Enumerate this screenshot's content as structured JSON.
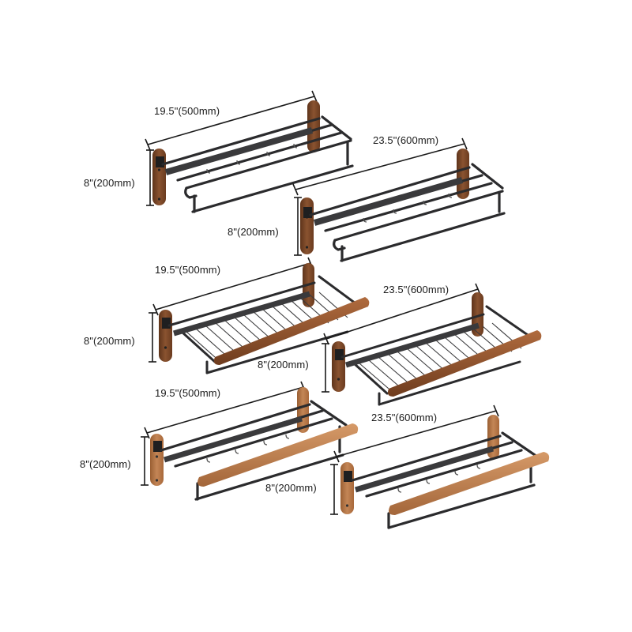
{
  "image": {
    "description": "Product dimension illustration: six wall-mounted folding towel racks (black metal with walnut/oak wood accents) shown with size annotations",
    "colors": {
      "background": "#ffffff",
      "metal": "#2b2b2d",
      "metal_highlight": "#5a5a5e",
      "wood_dark": "#7a4a2a",
      "wood_light": "#b97a4c",
      "dimension_line": "#1a1a1a"
    }
  },
  "products": [
    {
      "id": "rack-1",
      "style": "folding bar rack with hooks",
      "accent": "dark walnut wall plates",
      "width_label": "19.5\"(500mm)",
      "height_label": "8\"(200mm)"
    },
    {
      "id": "rack-2",
      "style": "folding bar rack with hooks",
      "accent": "dark walnut wall plates",
      "width_label": "23.5\"(600mm)",
      "height_label": "8\"(200mm)"
    },
    {
      "id": "rack-3",
      "style": "wire basket shelf with wood front rail",
      "accent": "dark walnut wall plates and rail",
      "width_label": "19.5\"(500mm)",
      "height_label": "8\"(200mm)"
    },
    {
      "id": "rack-4",
      "style": "wire basket shelf with wood front rail",
      "accent": "dark walnut wall plates and rail",
      "width_label": "23.5\"(600mm)",
      "height_label": "8\"(200mm)"
    },
    {
      "id": "rack-5",
      "style": "folding bar rack with hooks and wood front rail",
      "accent": "light oak wall plates and rail",
      "width_label": "19.5\"(500mm)",
      "height_label": "8\"(200mm)"
    },
    {
      "id": "rack-6",
      "style": "folding bar rack with hooks and wood front rail",
      "accent": "light oak wall plates and rail",
      "width_label": "23.5\"(600mm)",
      "height_label": "8\"(200mm)"
    }
  ]
}
